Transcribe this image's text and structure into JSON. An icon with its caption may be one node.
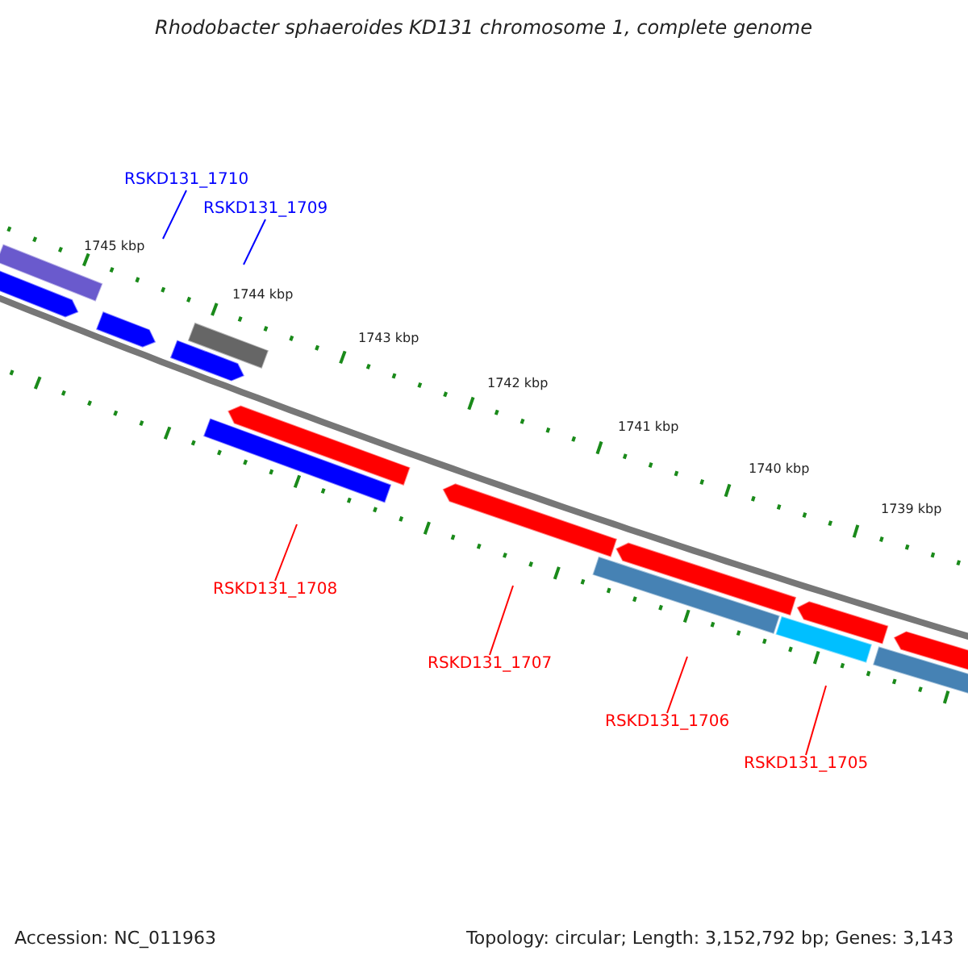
{
  "diagram": {
    "title": "Rhodobacter sphaeroides KD131 chromosome 1, complete genome",
    "nodes": [
      {
        "text": [
          "RSKD131_1710"
        ]
      },
      {
        "text": [
          "RSKD131_1709"
        ]
      },
      {
        "text": [
          "RSKD131_1708"
        ]
      },
      {
        "text": [
          "RSKD131_1707"
        ]
      },
      {
        "text": [
          "RSKD131_1706"
        ]
      },
      {
        "text": [
          "RSKD131_1705"
        ]
      }
    ],
    "edges": [
      {
        "from": 0,
        "to": null,
        "arrow": "none",
        "color": "#0000ff"
      },
      {
        "from": 1,
        "to": null,
        "arrow": "none",
        "color": "#0000ff"
      },
      {
        "from": 2,
        "to": null,
        "arrow": "none"
      },
      {
        "from": 3,
        "to": null,
        "arrow": "none"
      },
      {
        "from": 4,
        "to": null,
        "arrow": "none"
      },
      {
        "from": 5,
        "to": null,
        "arrow": "none"
      }
    ],
    "labels": [
      "1745 kbp",
      "1744 kbp",
      "1743 kbp",
      "1742 kbp",
      "1741 kbp",
      "1740 kbp",
      "1739 kbp",
      "Accession: NC_011963",
      "Topology: circular; Length: 3,152,792 bp; Genes: 3,143"
    ]
  }
}
